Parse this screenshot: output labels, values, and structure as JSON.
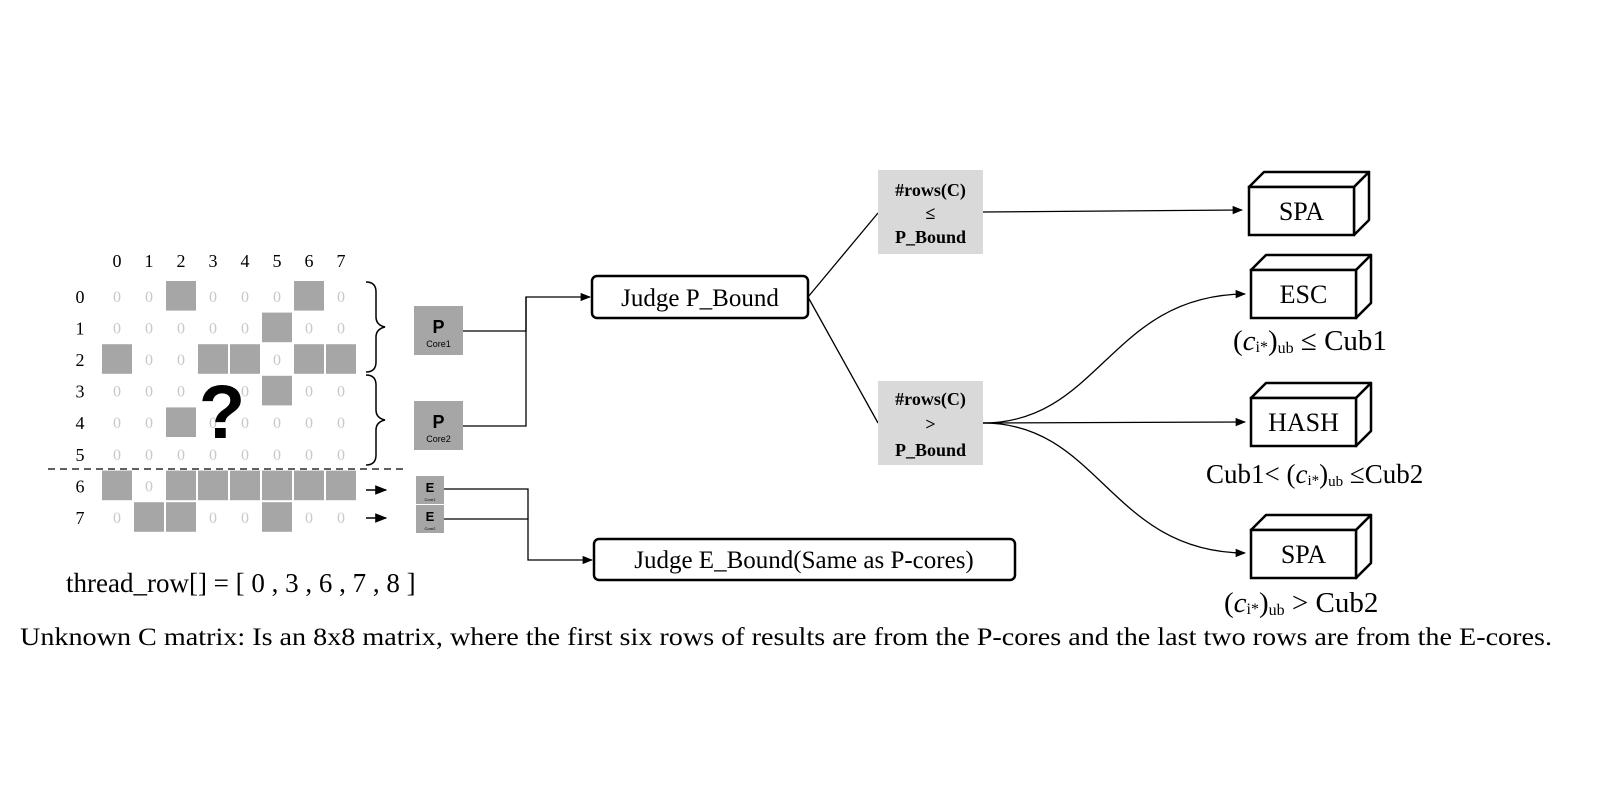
{
  "matrix": {
    "col_headers": [
      "0",
      "1",
      "2",
      "3",
      "4",
      "5",
      "6",
      "7"
    ],
    "row_headers": [
      "0",
      "1",
      "2",
      "3",
      "4",
      "5",
      "6",
      "7"
    ],
    "zero_text": "0",
    "question_mark": "?",
    "grid": [
      [
        0,
        0,
        1,
        0,
        0,
        0,
        1,
        0
      ],
      [
        0,
        0,
        0,
        0,
        0,
        1,
        0,
        0
      ],
      [
        1,
        0,
        0,
        1,
        1,
        0,
        1,
        1
      ],
      [
        0,
        0,
        0,
        0,
        0,
        1,
        0,
        0
      ],
      [
        0,
        0,
        1,
        0,
        0,
        0,
        0,
        0
      ],
      [
        0,
        0,
        0,
        0,
        0,
        0,
        0,
        0
      ],
      [
        1,
        0,
        1,
        1,
        1,
        1,
        1,
        1
      ],
      [
        0,
        1,
        1,
        0,
        0,
        1,
        0,
        0
      ]
    ],
    "fill_color": "#a6a6a6",
    "zero_color": "#c8c8c8"
  },
  "cores": {
    "p1": {
      "letter": "P",
      "sub": "Core1"
    },
    "p2": {
      "letter": "P",
      "sub": "Core2"
    },
    "e1": {
      "letter": "E",
      "sub": "Core1"
    },
    "e2": {
      "letter": "E",
      "sub": "Core2"
    }
  },
  "thread_row": "thread_row[] = [ 0 , 3 , 6 , 7 , 8 ]",
  "judge_p": "Judge P_Bound",
  "judge_e": "Judge E_Bound(Same as P-cores)",
  "cond_le": {
    "line1": "#rows(C)",
    "line2": "≤",
    "line3": "P_Bound"
  },
  "cond_gt": {
    "line1": "#rows(C)",
    "line2": ">",
    "line3": "P_Bound"
  },
  "results": {
    "spa1": "SPA",
    "esc": "ESC",
    "hash": "HASH",
    "spa2": "SPA"
  },
  "conditions": {
    "esc": {
      "pre": "",
      "c": "c",
      "sub": "i*",
      "ub": "ub",
      "post": " ≤ Cub1"
    },
    "hash": {
      "pre": "Cub1< ",
      "c": "c",
      "sub": "i*",
      "ub": "ub",
      "post": " ≤Cub2"
    },
    "spa2": {
      "pre": "",
      "c": "c",
      "sub": "i*",
      "ub": "ub",
      "post": " > Cub2"
    }
  },
  "caption": "Unknown C matrix: Is an 8x8 matrix, where the first six rows of results are from the P-cores and the last two rows are from the E-cores.",
  "colors": {
    "core_box": "#a6a6a6",
    "cond_box": "#d9d9d9",
    "line": "#000000"
  }
}
